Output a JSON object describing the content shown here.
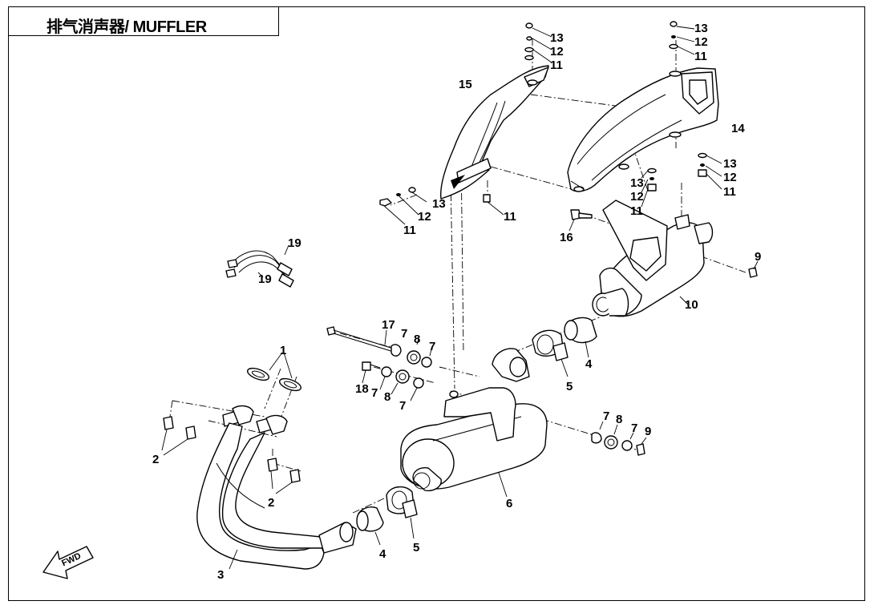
{
  "title": "排气消声器/ MUFFLER",
  "fwd_label": "FWD",
  "callouts": [
    {
      "id": "c1",
      "text": "1"
    },
    {
      "id": "c2a",
      "text": "2"
    },
    {
      "id": "c2b",
      "text": "2"
    },
    {
      "id": "c3",
      "text": "3"
    },
    {
      "id": "c4a",
      "text": "4"
    },
    {
      "id": "c4b",
      "text": "4"
    },
    {
      "id": "c5a",
      "text": "5"
    },
    {
      "id": "c5b",
      "text": "5"
    },
    {
      "id": "c6",
      "text": "6"
    },
    {
      "id": "c7a",
      "text": "7"
    },
    {
      "id": "c7b",
      "text": "7"
    },
    {
      "id": "c7c",
      "text": "7"
    },
    {
      "id": "c7d",
      "text": "7"
    },
    {
      "id": "c7e",
      "text": "7"
    },
    {
      "id": "c7f",
      "text": "7"
    },
    {
      "id": "c8a",
      "text": "8"
    },
    {
      "id": "c8b",
      "text": "8"
    },
    {
      "id": "c8c",
      "text": "8"
    },
    {
      "id": "c9a",
      "text": "9"
    },
    {
      "id": "c9b",
      "text": "9"
    },
    {
      "id": "c10",
      "text": "10"
    },
    {
      "id": "c11a",
      "text": "11"
    },
    {
      "id": "c11b",
      "text": "11"
    },
    {
      "id": "c11c",
      "text": "11"
    },
    {
      "id": "c11d",
      "text": "11"
    },
    {
      "id": "c11e",
      "text": "11"
    },
    {
      "id": "c11f",
      "text": "11"
    },
    {
      "id": "c12a",
      "text": "12"
    },
    {
      "id": "c12b",
      "text": "12"
    },
    {
      "id": "c12c",
      "text": "12"
    },
    {
      "id": "c12d",
      "text": "12"
    },
    {
      "id": "c12e",
      "text": "12"
    },
    {
      "id": "c13a",
      "text": "13"
    },
    {
      "id": "c13b",
      "text": "13"
    },
    {
      "id": "c13c",
      "text": "13"
    },
    {
      "id": "c13d",
      "text": "13"
    },
    {
      "id": "c13e",
      "text": "13"
    },
    {
      "id": "c14",
      "text": "14"
    },
    {
      "id": "c15",
      "text": "15"
    },
    {
      "id": "c16",
      "text": "16"
    },
    {
      "id": "c17",
      "text": "17"
    },
    {
      "id": "c18",
      "text": "18"
    },
    {
      "id": "c19a",
      "text": "19"
    },
    {
      "id": "c19b",
      "text": "19"
    }
  ]
}
